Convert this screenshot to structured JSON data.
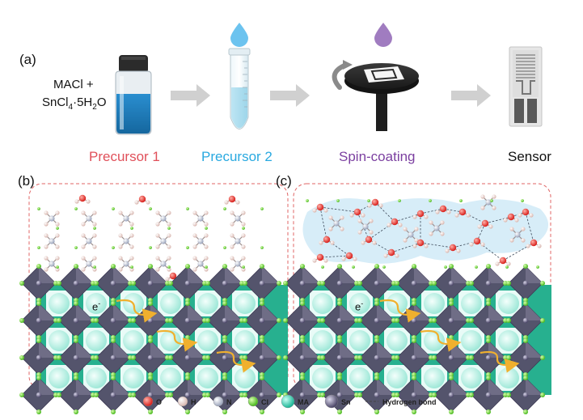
{
  "panels": {
    "a": "(a)",
    "b": "(b)",
    "c": "(c)"
  },
  "reagent": {
    "line1": "MACl +",
    "line2_main": "SnCl",
    "line2_sub1": "4",
    "line2_mid": "·5H",
    "line2_sub2": "2",
    "line2_end": "O"
  },
  "steps": [
    {
      "label": "Precursor 1",
      "color": "#e0505a"
    },
    {
      "label": "Precursor 2",
      "color": "#29a9e0"
    },
    {
      "label": "Spin-coating",
      "color": "#7b3fa0"
    },
    {
      "label": "Sensor",
      "color": "#111111"
    }
  ],
  "electron_label": "e",
  "electron_sup": "-",
  "legend": [
    {
      "symbol": "O",
      "color": "#e8302e",
      "icon": "oxygen-atom-icon"
    },
    {
      "symbol": "H",
      "color": "#f4d9d4",
      "icon": "hydrogen-atom-icon"
    },
    {
      "symbol": "N",
      "color": "#d6dce8",
      "icon": "nitrogen-atom-icon"
    },
    {
      "symbol": "Cl",
      "color": "#7ed64b",
      "icon": "chlorine-atom-icon"
    },
    {
      "symbol": "MA",
      "color": "#4fd6c0",
      "icon": "methylammonium-icon"
    },
    {
      "symbol": "Sn",
      "color": "#6a6687",
      "icon": "tin-atom-icon"
    }
  ],
  "legend_bond": {
    "label": "Hydrogen bond",
    "icon": "dashed-line-icon"
  },
  "colors": {
    "octahedron": "#54546c",
    "octahedron_light": "#7a7892",
    "teal_fill": "#27b08f",
    "cavity": "#dff6f1",
    "border_dash": "#e06464",
    "arrow": "#f0b02e",
    "water_cloud": "#d3ebf7",
    "grey_arrow": "#cfcfcf"
  }
}
